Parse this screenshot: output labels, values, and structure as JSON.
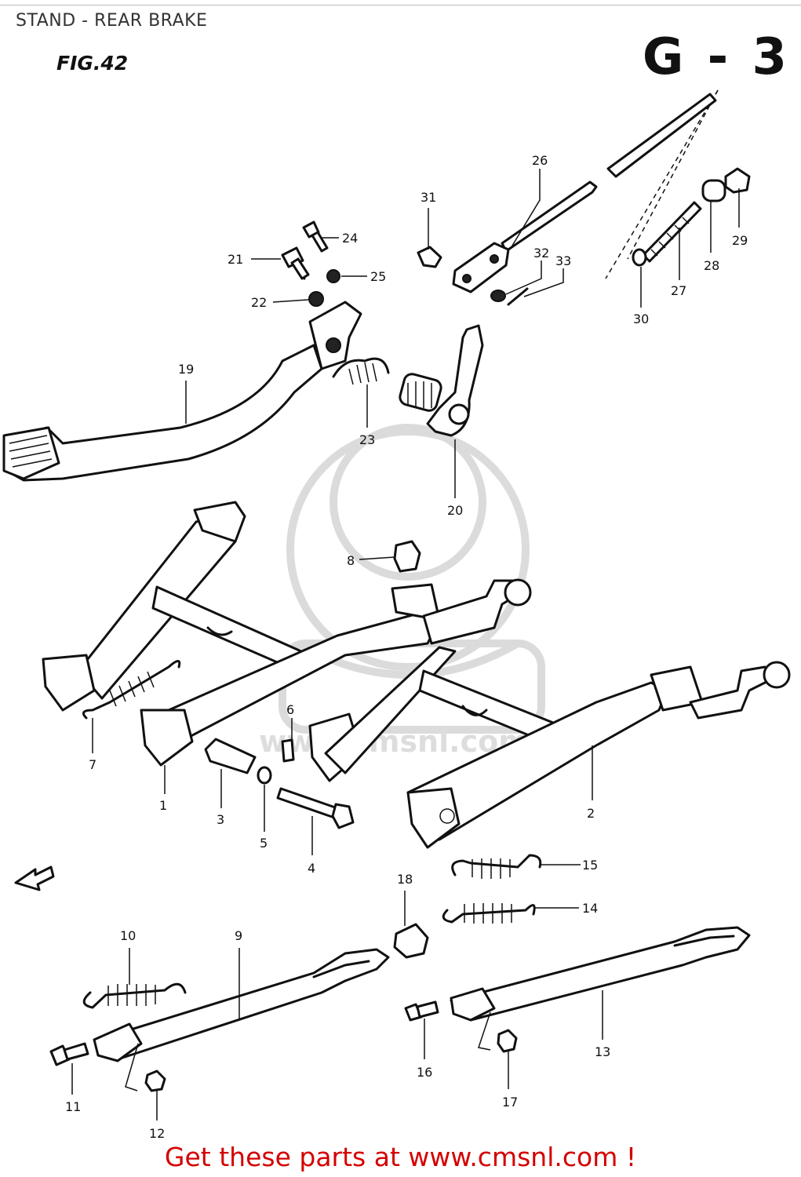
{
  "header": {
    "title": "STAND - REAR BRAKE",
    "figure": "FIG.42",
    "page_id": "G - 3"
  },
  "watermark": {
    "text": "www.cmsnl.com"
  },
  "parts": [
    {
      "ref": "1"
    },
    {
      "ref": "2"
    },
    {
      "ref": "3"
    },
    {
      "ref": "4"
    },
    {
      "ref": "5"
    },
    {
      "ref": "6"
    },
    {
      "ref": "7"
    },
    {
      "ref": "8"
    },
    {
      "ref": "9"
    },
    {
      "ref": "10"
    },
    {
      "ref": "11"
    },
    {
      "ref": "12"
    },
    {
      "ref": "13"
    },
    {
      "ref": "14"
    },
    {
      "ref": "15"
    },
    {
      "ref": "16"
    },
    {
      "ref": "17"
    },
    {
      "ref": "18"
    },
    {
      "ref": "19"
    },
    {
      "ref": "20"
    },
    {
      "ref": "21"
    },
    {
      "ref": "22"
    },
    {
      "ref": "23"
    },
    {
      "ref": "24"
    },
    {
      "ref": "25"
    },
    {
      "ref": "26"
    },
    {
      "ref": "27"
    },
    {
      "ref": "28"
    },
    {
      "ref": "29"
    },
    {
      "ref": "30"
    },
    {
      "ref": "31"
    },
    {
      "ref": "32"
    },
    {
      "ref": "33"
    }
  ],
  "footer": {
    "text": "Get these parts at www.cmsnl.com !"
  }
}
